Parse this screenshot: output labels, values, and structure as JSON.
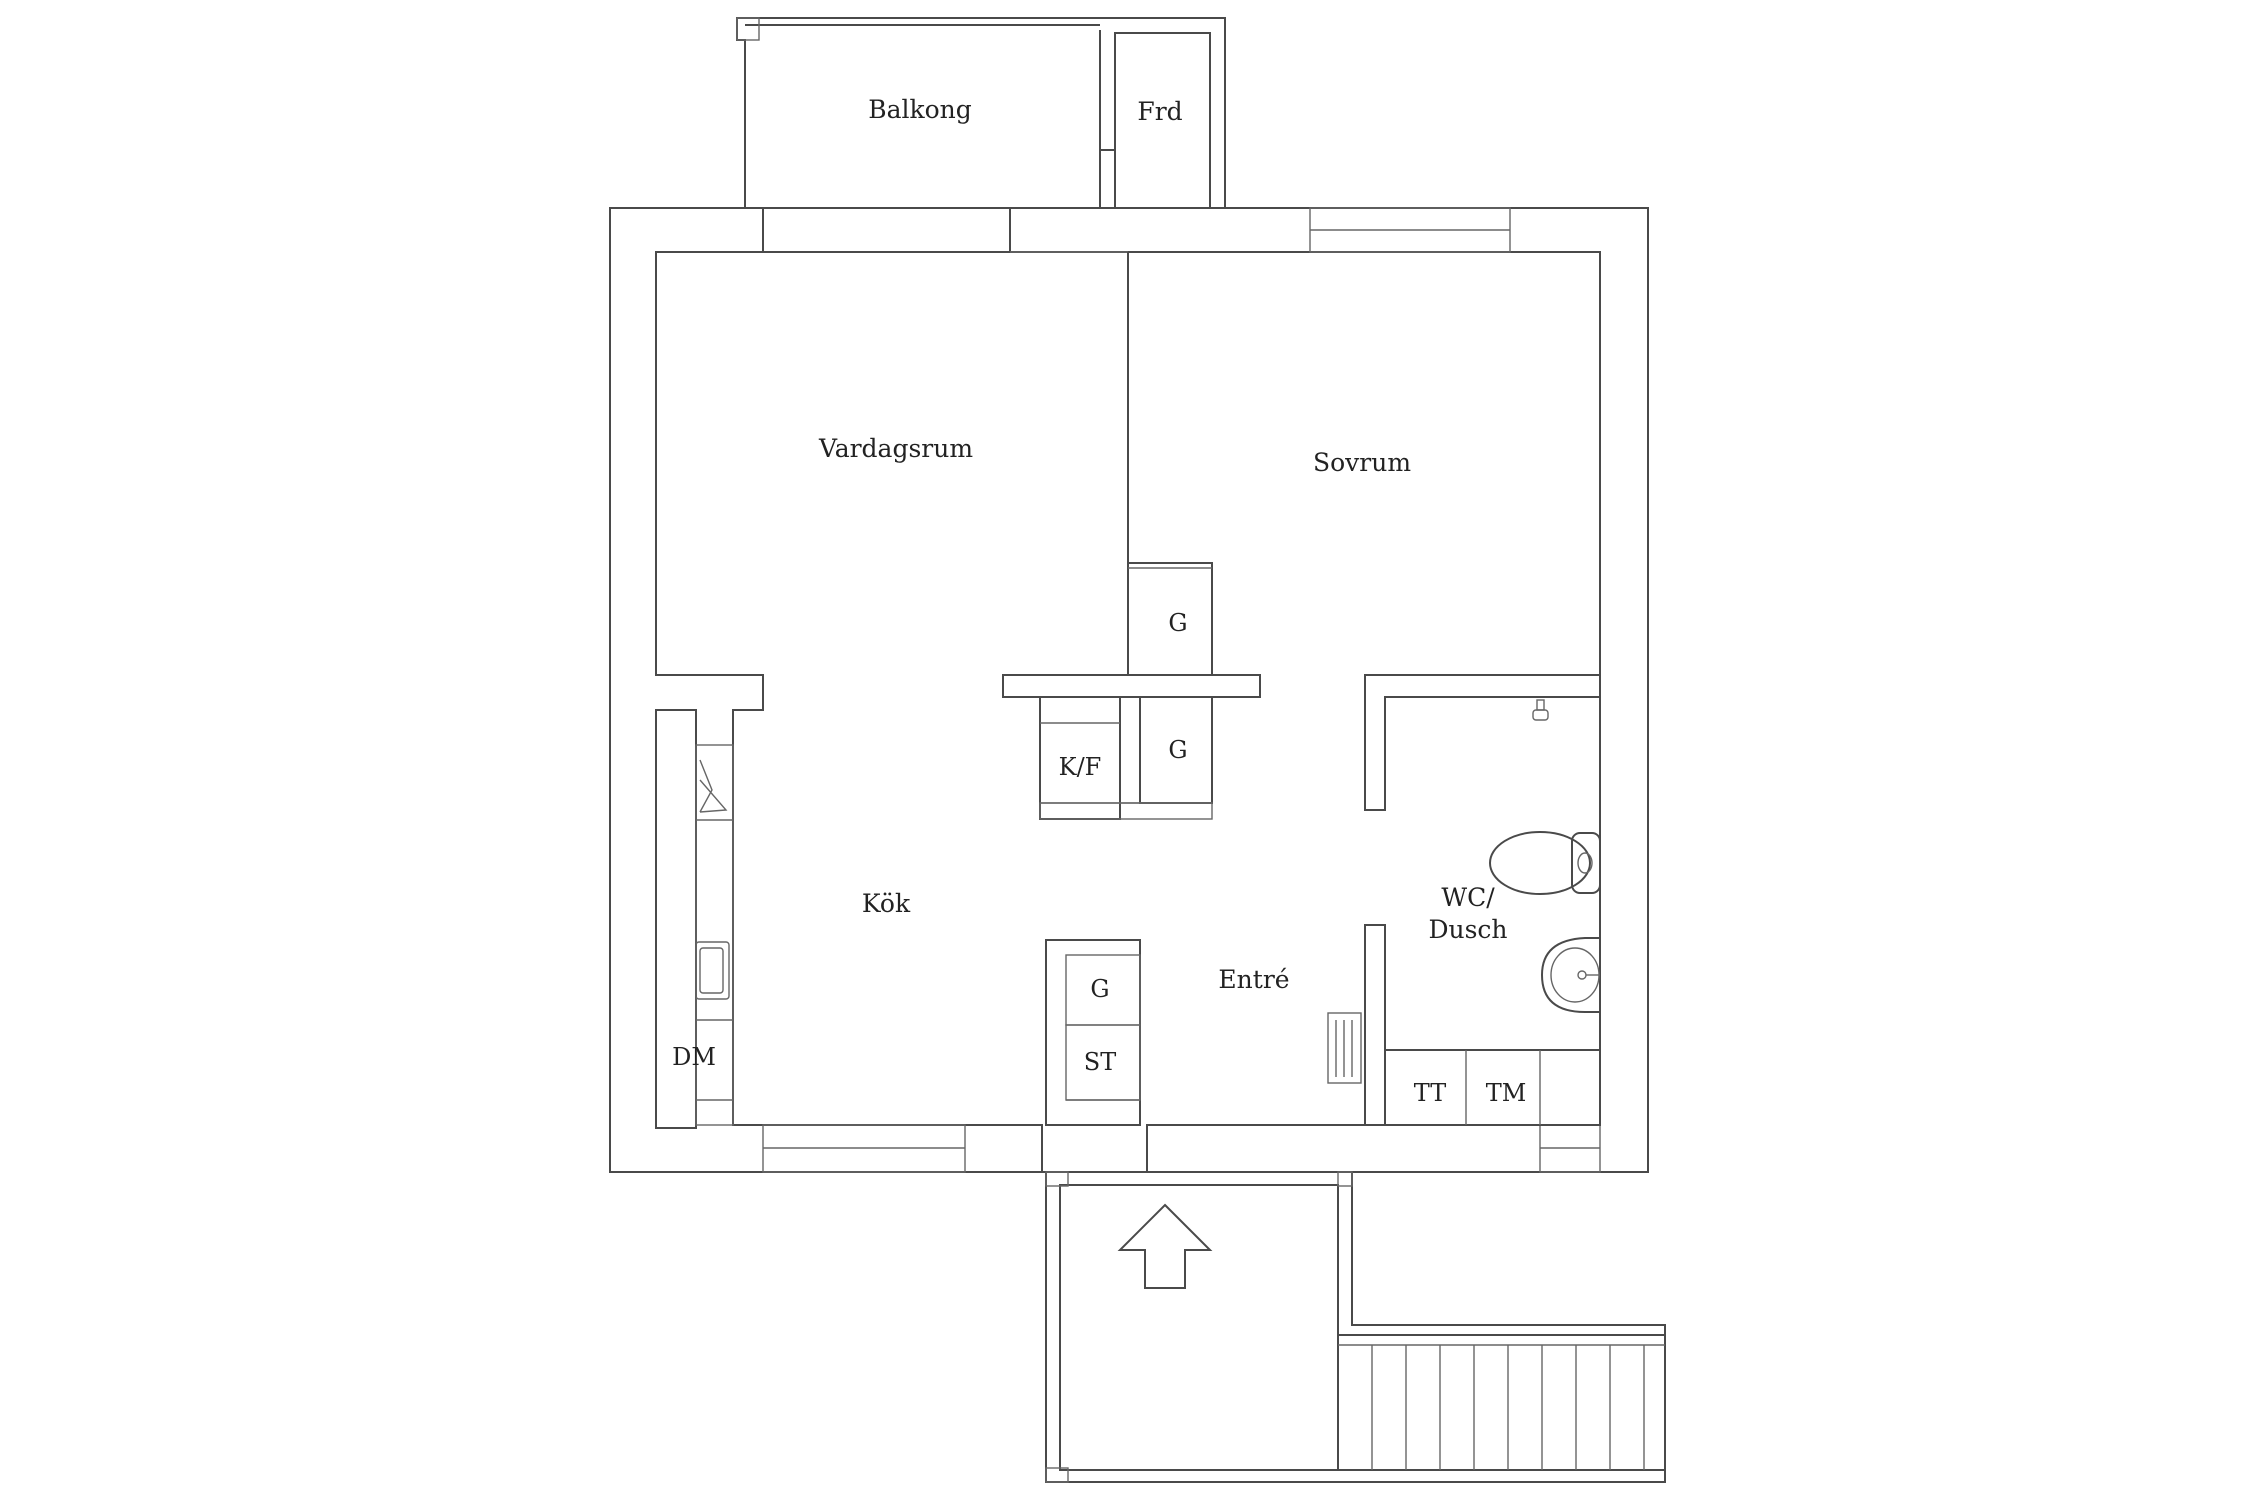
{
  "rooms": {
    "balkong": "Balkong",
    "frd": "Frd",
    "vardagsrum": "Vardagsrum",
    "sovrum": "Sovrum",
    "kok": "Kök",
    "entre": "Entré",
    "wc_line1": "WC/",
    "wc_line2": "Dusch"
  },
  "fixtures": {
    "g_bedroom": "G",
    "kf": "K/F",
    "g_hall_upper": "G",
    "g_hall_lower": "G",
    "st": "ST",
    "dm": "DM",
    "tt": "TT",
    "tm": "TM"
  },
  "icons": {
    "entrance_arrow": "entrance-arrow-icon",
    "toilet": "toilet-icon",
    "sink": "sink-icon",
    "radiator": "radiator-icon",
    "shower_head": "shower-head-icon",
    "kitchen_sink": "kitchen-sink-icon",
    "stairs": "stairs-icon"
  },
  "colors": {
    "line": "#4a4a4a",
    "background": "#ffffff",
    "text": "#222222"
  }
}
